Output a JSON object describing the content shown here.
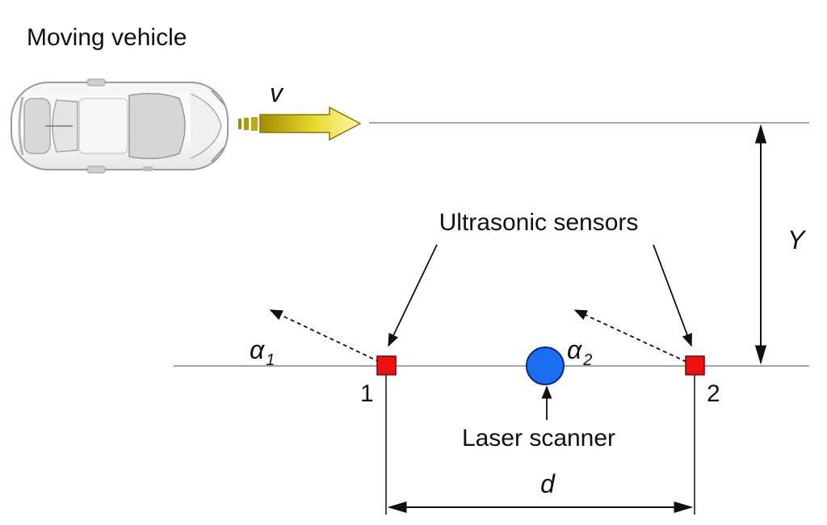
{
  "title": "Moving vehicle",
  "velocity_label": "v",
  "sensors_label": "Ultrasonic sensors",
  "distance_y_label": "Y",
  "distance_d_label": "d",
  "scanner_label": "Laser scanner",
  "sensor1": {
    "id": "1",
    "angle": {
      "base": "α",
      "sub": "1"
    }
  },
  "sensor2": {
    "id": "2",
    "angle": {
      "base": "α",
      "sub": "2"
    }
  },
  "colors": {
    "sensor": "#ee1111",
    "scanner": "#1a6ff0",
    "arrow_light": "#fff9b0",
    "arrow_dark": "#a58a00",
    "line": "#888888"
  }
}
